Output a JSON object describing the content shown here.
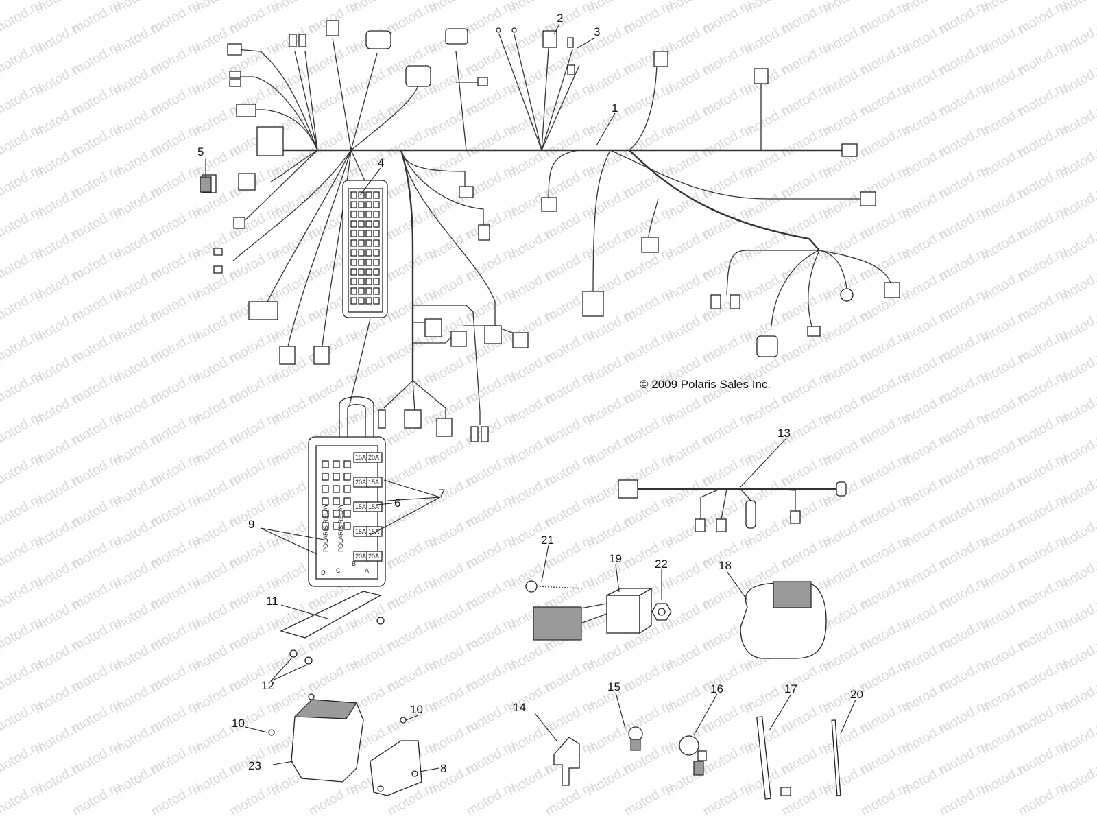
{
  "watermark": "motod.ru",
  "copyright": "© 2009 Polaris Sales Inc.",
  "callouts": [
    "1",
    "2",
    "3",
    "4",
    "5",
    "6",
    "7",
    "9",
    "10",
    "10",
    "11",
    "12",
    "13",
    "14",
    "15",
    "16",
    "17",
    "18",
    "19",
    "20",
    "21",
    "22",
    "23",
    "8"
  ],
  "fuse_labels": {
    "col1": [
      "15A",
      "20A",
      "15A",
      "15A",
      "20A"
    ],
    "col2": [
      "20A",
      "15A",
      "15A",
      "15A",
      "20A"
    ],
    "relay1": "POLARIS RELAY",
    "relay2": "POLARIS RELAY",
    "letters": [
      "A",
      "B",
      "C",
      "D"
    ]
  }
}
